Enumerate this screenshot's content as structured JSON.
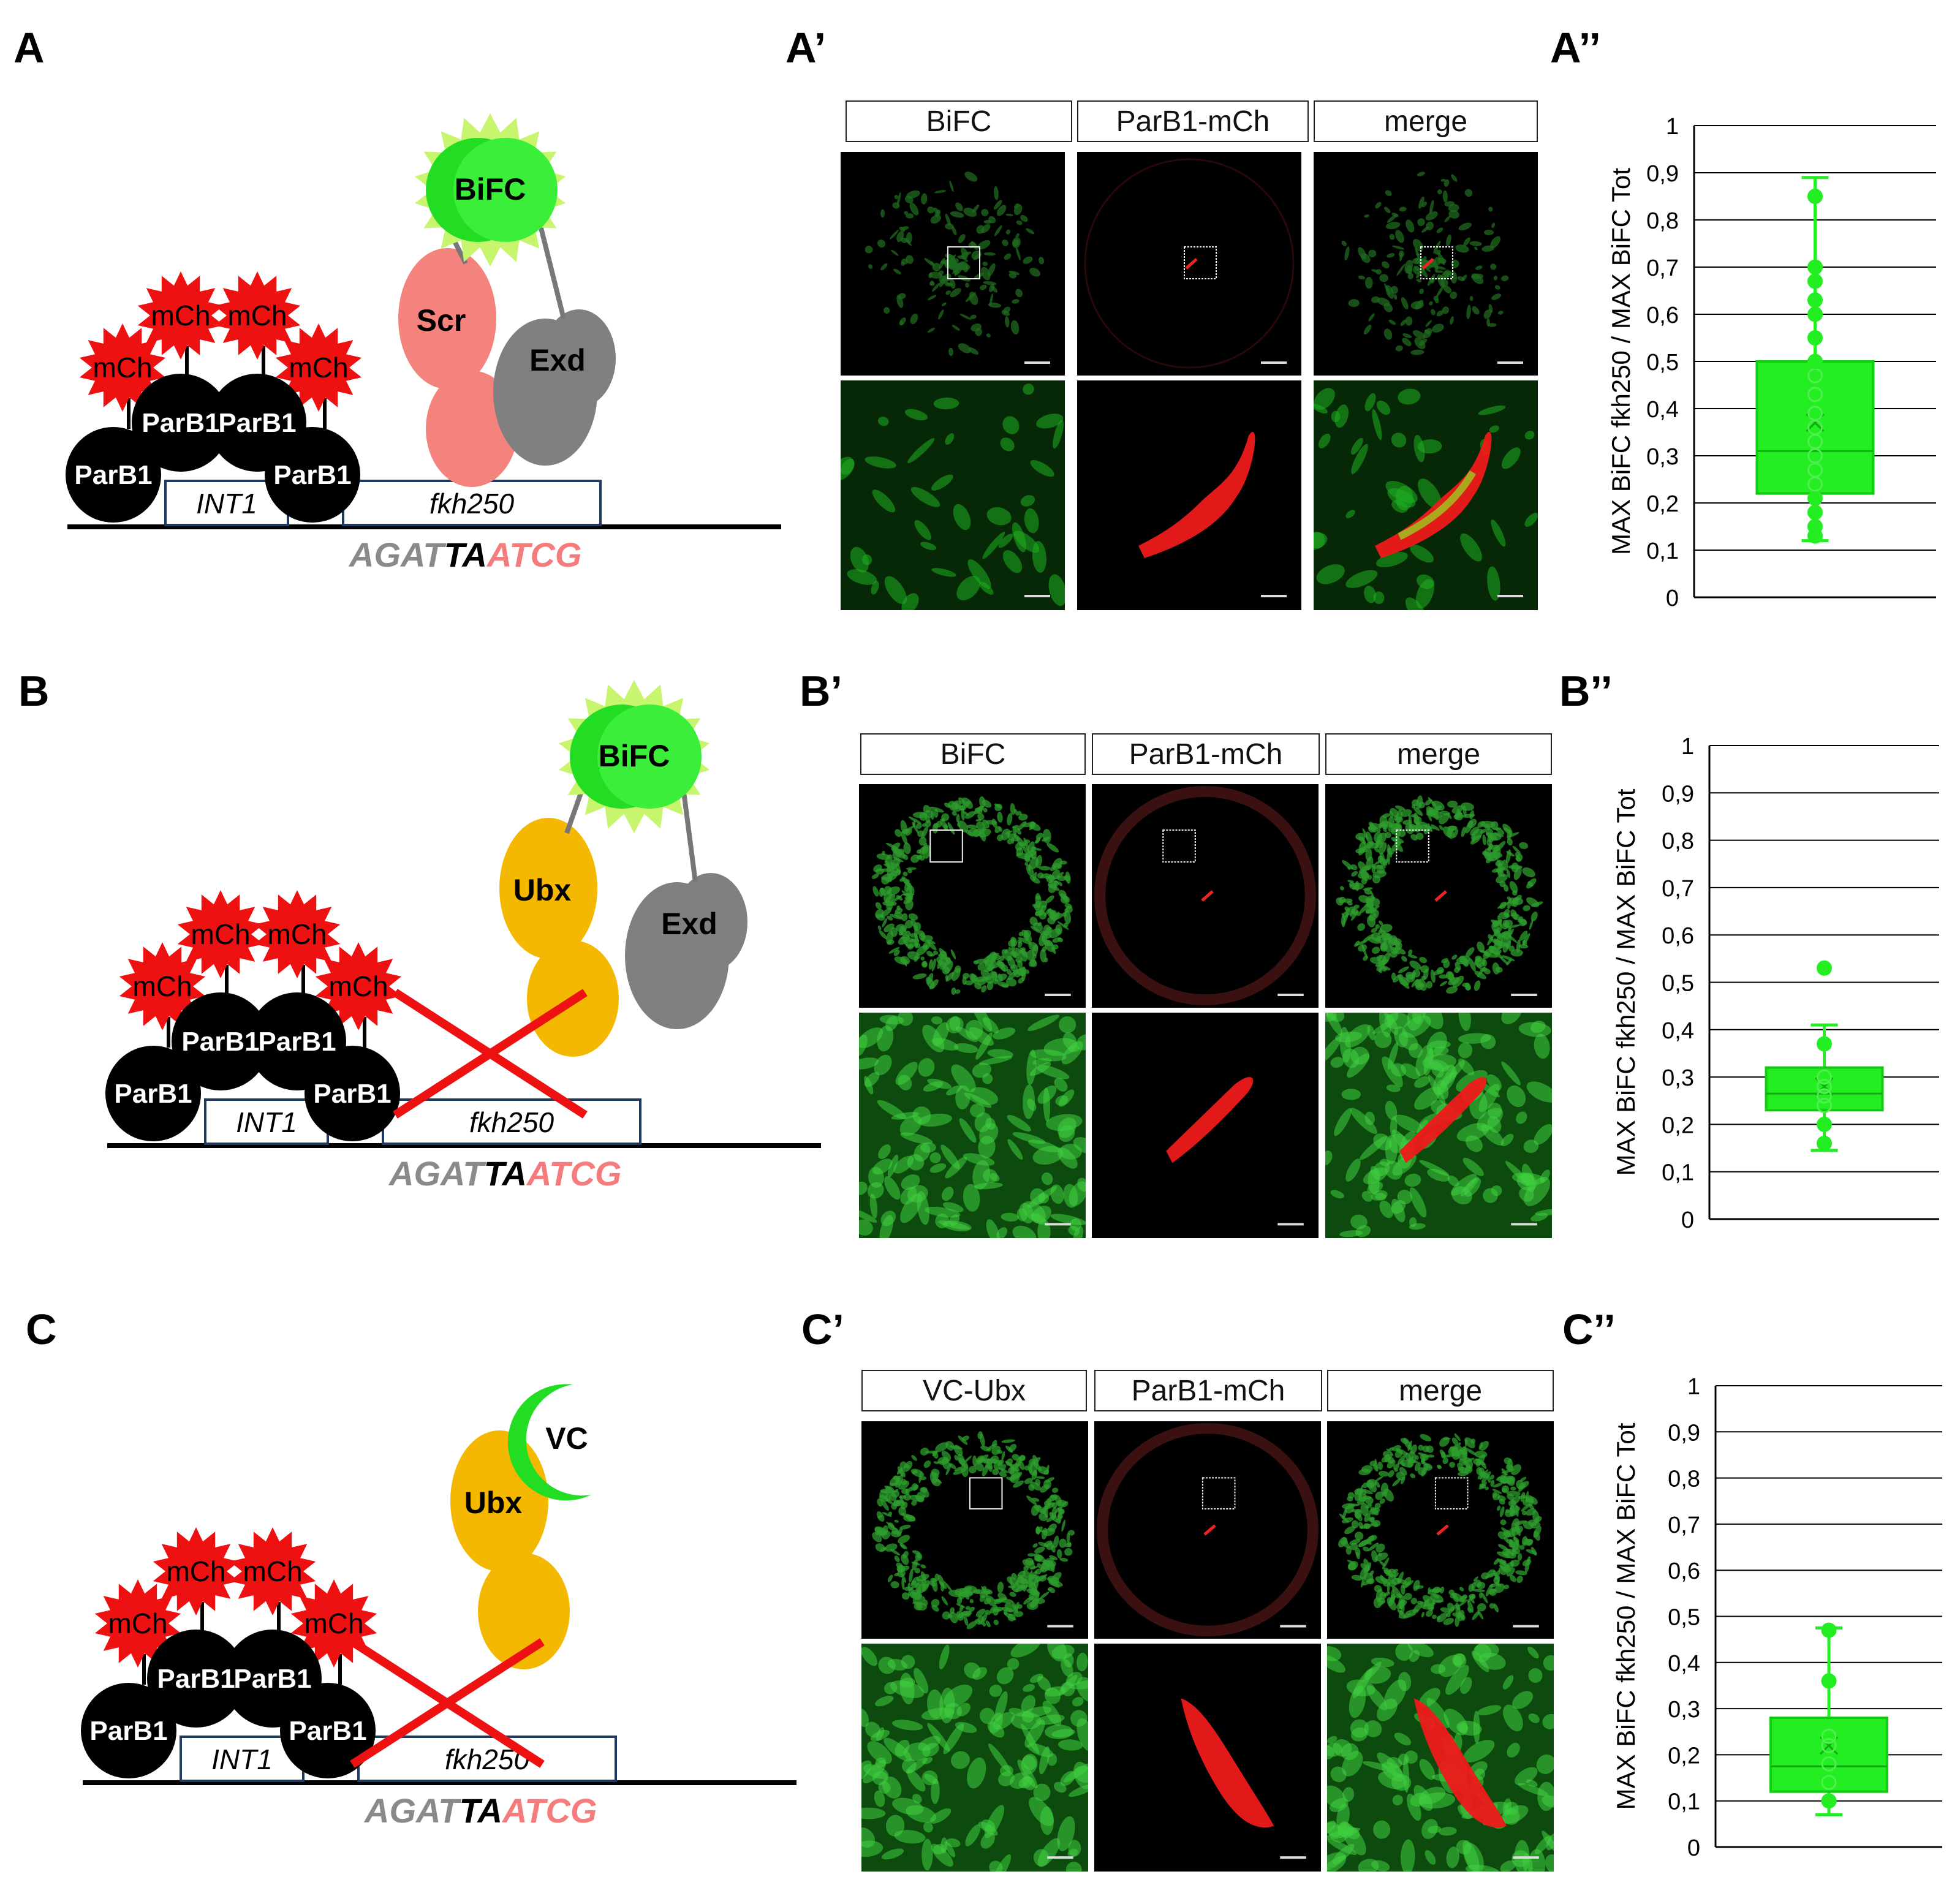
{
  "panels": [
    {
      "letter": "A",
      "micro_letter": "A’",
      "chart_letter": "A’’",
      "tags": [
        "BiFC",
        "ParB1-mCh",
        "merge"
      ],
      "diagram": {
        "bifc": "BiFC",
        "hox": "Scr",
        "exd": "Exd",
        "mch": "mCh",
        "parb1": "ParB1",
        "int1": "INT1",
        "fkh": "fkh250",
        "seq_a": "AGAT",
        "seq_b": "TA",
        "seq_c": "ATCG",
        "crossed": false,
        "vc_only": false
      }
    },
    {
      "letter": "B",
      "micro_letter": "B’",
      "chart_letter": "B’’",
      "tags": [
        "BiFC",
        "ParB1-mCh",
        "merge"
      ],
      "diagram": {
        "bifc": "BiFC",
        "hox": "Ubx",
        "exd": "Exd",
        "mch": "mCh",
        "parb1": "ParB1",
        "int1": "INT1",
        "fkh": "fkh250",
        "seq_a": "AGAT",
        "seq_b": "TA",
        "seq_c": "ATCG",
        "crossed": true,
        "vc_only": false
      }
    },
    {
      "letter": "C",
      "micro_letter": "C’",
      "chart_letter": "C’’",
      "tags": [
        "VC-Ubx",
        "ParB1-mCh",
        "merge"
      ],
      "diagram": {
        "bifc": "VC",
        "hox": "Ubx",
        "exd": "",
        "mch": "mCh",
        "parb1": "ParB1",
        "int1": "INT1",
        "fkh": "fkh250",
        "seq_a": "AGAT",
        "seq_b": "TA",
        "seq_c": "ATCG",
        "crossed": true,
        "vc_only": true
      }
    }
  ],
  "colors": {
    "mch": "#ee1111",
    "parb1": "#000000",
    "bifc": "#22dd22",
    "scr": "#f4837d",
    "ubx": "#f5b800",
    "exd": "#808080",
    "seq_grey": "#8a8a8a",
    "seq_black": "#000000",
    "seq_pink": "#f47c7c",
    "box_green": "#22ee22"
  },
  "chart_data": [
    {
      "type": "box",
      "ylabel": "MAX BiFC fkh250 / MAX BiFC Tot",
      "ylim": [
        0,
        1
      ],
      "ticks": [
        "0",
        "0,1",
        "0,2",
        "0,3",
        "0,4",
        "0,5",
        "0,6",
        "0,7",
        "0,8",
        "0,9",
        "1"
      ],
      "q1": 0.22,
      "median": 0.31,
      "q3": 0.5,
      "mean": 0.37,
      "whisker_low": 0.12,
      "whisker_high": 0.89,
      "points": [
        0.13,
        0.15,
        0.18,
        0.21,
        0.24,
        0.27,
        0.3,
        0.33,
        0.36,
        0.39,
        0.43,
        0.47,
        0.5,
        0.55,
        0.6,
        0.63,
        0.67,
        0.7,
        0.85
      ]
    },
    {
      "type": "box",
      "ylabel": "MAX BiFC fkh250 / MAX BiFC Tot",
      "ylim": [
        0,
        1
      ],
      "ticks": [
        "0",
        "0,1",
        "0,2",
        "0,3",
        "0,4",
        "0,5",
        "0,6",
        "0,7",
        "0,8",
        "0,9",
        "1"
      ],
      "q1": 0.23,
      "median": 0.265,
      "q3": 0.32,
      "mean": 0.28,
      "whisker_low": 0.145,
      "whisker_high": 0.41,
      "points": [
        0.16,
        0.2,
        0.24,
        0.26,
        0.28,
        0.3,
        0.37,
        0.53
      ]
    },
    {
      "type": "box",
      "ylabel": "MAX BiFC fkh250 / MAX BiFC Tot",
      "ylim": [
        0,
        1
      ],
      "ticks": [
        "0",
        "0,1",
        "0,2",
        "0,3",
        "0,4",
        "0,5",
        "0,6",
        "0,7",
        "0,8",
        "0,9",
        "1"
      ],
      "q1": 0.12,
      "median": 0.175,
      "q3": 0.28,
      "mean": 0.22,
      "whisker_low": 0.07,
      "whisker_high": 0.475,
      "points": [
        0.1,
        0.14,
        0.18,
        0.22,
        0.24,
        0.36,
        0.47
      ]
    }
  ]
}
